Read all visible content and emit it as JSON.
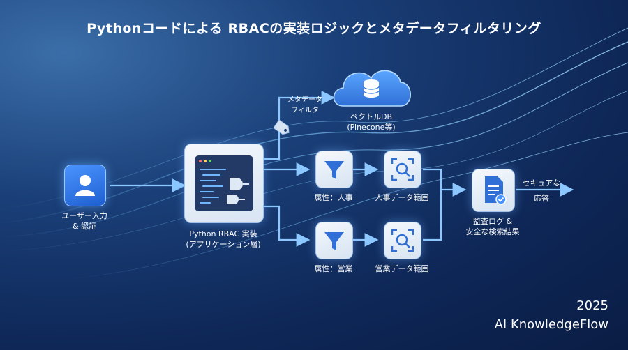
{
  "title": "Pythonコードによる RBACの実装ロジックとメタデータフィルタリング",
  "nodes": {
    "user": {
      "label_line1": "ユーザー入力",
      "label_line2": "& 認証",
      "icon": "user-icon"
    },
    "rbac": {
      "label_line1": "Python RBAC 実装",
      "label_line2": "(アプリケーション層)",
      "icon": "code-editor-icon"
    },
    "vectordb": {
      "label_line1": "ベクトルDB",
      "label_line2": "(Pinecone等)",
      "icon": "database-cloud-icon"
    },
    "metadata_filter": {
      "label_line1": "メタデータ",
      "label_line2": "フィルタ",
      "icon": "tag-icon"
    },
    "filter_hr": {
      "label": "属性：人事",
      "icon": "funnel-icon"
    },
    "scope_hr": {
      "label": "人事データ範囲",
      "icon": "scan-icon"
    },
    "filter_sales": {
      "label": "属性：営業",
      "icon": "funnel-icon"
    },
    "scope_sales": {
      "label": "営業データ範囲",
      "icon": "scan-icon"
    },
    "audit": {
      "label_line1": "監査ログ &",
      "label_line2": "安全な検索結果",
      "icon": "document-check-icon"
    },
    "response": {
      "label_line1": "セキュアな",
      "label_line2": "応答"
    }
  },
  "footer": {
    "year": "2025",
    "brand": "AI KnowledgeFlow"
  },
  "colors": {
    "accent": "#6fb6ff",
    "card_bg": "#e8eff8",
    "icon_blue": "#2f6fd6",
    "bg_dark": "#0e2757"
  }
}
